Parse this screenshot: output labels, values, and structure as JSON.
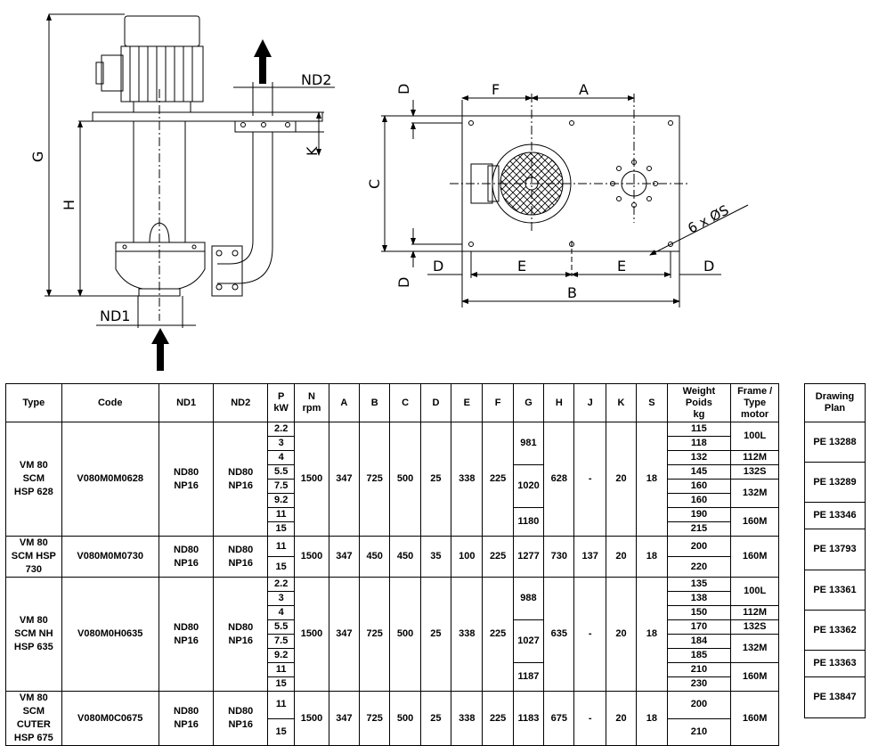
{
  "drawing_labels": {
    "nd2": "ND2",
    "nd1": "ND1",
    "g": "G",
    "h": "H",
    "k": "K",
    "d": "D",
    "f": "F",
    "a": "A",
    "c": "C",
    "e": "E",
    "b": "B",
    "s": "6 x ØS"
  },
  "headers": [
    "Type",
    "Code",
    "ND1",
    "ND2",
    "P\nkW",
    "N\nrpm",
    "A",
    "B",
    "C",
    "D",
    "E",
    "F",
    "G",
    "H",
    "J",
    "K",
    "S",
    "Weight\nPoids\nkg",
    "Frame /\nType\nmotor"
  ],
  "plan_header": "Drawing\nPlan",
  "groups": [
    {
      "type": "VM 80\nSCM\nHSP 628",
      "code": "V080M0M0628",
      "nd1": "ND80\nNP16",
      "nd2": "ND80\nNP16",
      "p": [
        "2.2",
        "3",
        "4",
        "5.5",
        "7.5",
        "9.2",
        "11",
        "15"
      ],
      "n": "1500",
      "a": "347",
      "b": "725",
      "c": "500",
      "d": "25",
      "e": "338",
      "f": "225",
      "g": [
        {
          "v": "981",
          "span": 3
        },
        {
          "v": "1020",
          "span": 3
        },
        {
          "v": "1180",
          "span": 2
        }
      ],
      "h": "628",
      "j": "-",
      "k": "20",
      "s": "18",
      "w": [
        "115",
        "118",
        "132",
        "145",
        "160",
        "160",
        "190",
        "215"
      ],
      "frame": [
        {
          "v": "100L",
          "span": 2
        },
        {
          "v": "112M",
          "span": 1
        },
        {
          "v": "132S",
          "span": 1
        },
        {
          "v": "132M",
          "span": 2
        },
        {
          "v": "160M",
          "span": 2
        }
      ],
      "plan": [
        {
          "v": "PE 13288",
          "span": 3
        },
        {
          "v": "PE 13289",
          "span": 3
        },
        {
          "v": "PE 13346",
          "span": 2
        }
      ]
    },
    {
      "type": "VM 80\nSCM HSP\n730",
      "code": "V080M0M0730",
      "nd1": "ND80\nNP16",
      "nd2": "ND80\nNP16",
      "p": [
        "11",
        "15"
      ],
      "n": "1500",
      "a": "347",
      "b": "450",
      "c": "450",
      "d": "35",
      "e": "100",
      "f": "225",
      "g": [
        {
          "v": "1277",
          "span": 2
        }
      ],
      "h": "730",
      "j": "137",
      "k": "20",
      "s": "18",
      "w": [
        "200",
        "220"
      ],
      "frame": [
        {
          "v": "160M",
          "span": 2
        }
      ],
      "plan": [
        {
          "v": "PE 13793",
          "span": 2
        }
      ]
    },
    {
      "type": "VM 80\nSCM NH\nHSP 635",
      "code": "V080M0H0635",
      "nd1": "ND80\nNP16",
      "nd2": "ND80\nNP16",
      "p": [
        "2.2",
        "3",
        "4",
        "5.5",
        "7.5",
        "9.2",
        "11",
        "15"
      ],
      "n": "1500",
      "a": "347",
      "b": "725",
      "c": "500",
      "d": "25",
      "e": "338",
      "f": "225",
      "g": [
        {
          "v": "988",
          "span": 3
        },
        {
          "v": "1027",
          "span": 3
        },
        {
          "v": "1187",
          "span": 2
        }
      ],
      "h": "635",
      "j": "-",
      "k": "20",
      "s": "18",
      "w": [
        "135",
        "138",
        "150",
        "170",
        "184",
        "185",
        "210",
        "230"
      ],
      "frame": [
        {
          "v": "100L",
          "span": 2
        },
        {
          "v": "112M",
          "span": 1
        },
        {
          "v": "132S",
          "span": 1
        },
        {
          "v": "132M",
          "span": 2
        },
        {
          "v": "160M",
          "span": 2
        }
      ],
      "plan": [
        {
          "v": "PE 13361",
          "span": 3
        },
        {
          "v": "PE 13362",
          "span": 3
        },
        {
          "v": "PE 13363",
          "span": 2
        }
      ]
    },
    {
      "type": "VM 80\nSCM\nCUTER\nHSP 675",
      "code": "V080M0C0675",
      "nd1": "ND80\nNP16",
      "nd2": "ND80\nNP16",
      "p": [
        "11",
        "15"
      ],
      "n": "1500",
      "a": "347",
      "b": "725",
      "c": "500",
      "d": "25",
      "e": "338",
      "f": "225",
      "g": [
        {
          "v": "1183",
          "span": 2
        }
      ],
      "h": "675",
      "j": "-",
      "k": "20",
      "s": "18",
      "w": [
        "200",
        "210"
      ],
      "frame": [
        {
          "v": "160M",
          "span": 2
        }
      ],
      "plan": [
        {
          "v": "PE 13847",
          "span": 2
        }
      ]
    }
  ]
}
